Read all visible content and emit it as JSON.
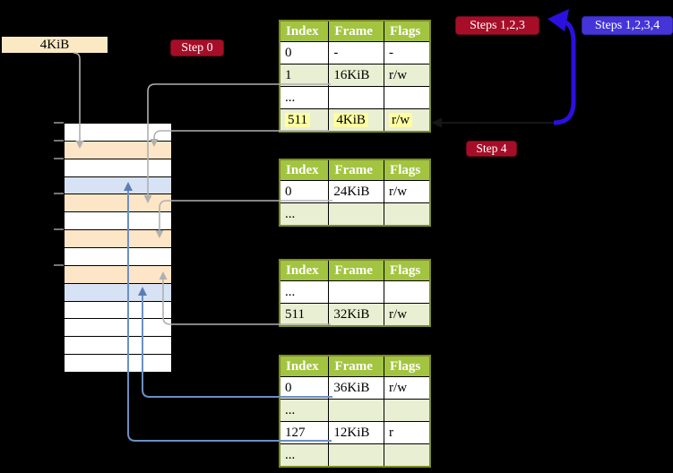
{
  "colors": {
    "header_green": "#a3c440",
    "row_green": "#e9efd2",
    "row_white": "#ffffff",
    "table_border": "#7d8b26",
    "highlight_yellow": "#fdfda2",
    "peach": "#fde5c7",
    "light_blue": "#d7e3f4",
    "wheat": "#fbe9c4",
    "badge_red": "#a60e28",
    "badge_blue": "#4534d8",
    "arrow_blue": "#2b10e0",
    "connector_grey": "#b0b0b0",
    "connector_blue": "#6d8fc1"
  },
  "labels": {
    "frame_size": "4KiB",
    "step0": "Step 0",
    "steps123": "Steps 1,2,3",
    "steps1234": "Steps 1,2,3,4",
    "step4": "Step 4"
  },
  "tables": [
    {
      "name": "page-table-1",
      "headers": [
        "Index",
        "Frame",
        "Flags"
      ],
      "rows": [
        {
          "cells": [
            "0",
            "-",
            "-"
          ],
          "shade": "white",
          "highlight": false
        },
        {
          "cells": [
            "1",
            "16KiB",
            "r/w"
          ],
          "shade": "green",
          "highlight": false
        },
        {
          "cells": [
            "...",
            "",
            ""
          ],
          "shade": "white",
          "highlight": false
        },
        {
          "cells": [
            "511",
            "4KiB",
            "r/w"
          ],
          "shade": "green",
          "highlight": true
        }
      ]
    },
    {
      "name": "page-table-2",
      "headers": [
        "Index",
        "Frame",
        "Flags"
      ],
      "rows": [
        {
          "cells": [
            "0",
            "24KiB",
            "r/w"
          ],
          "shade": "white",
          "highlight": false
        },
        {
          "cells": [
            "...",
            "",
            ""
          ],
          "shade": "green",
          "highlight": false
        }
      ]
    },
    {
      "name": "page-table-3",
      "headers": [
        "Index",
        "Frame",
        "Flags"
      ],
      "rows": [
        {
          "cells": [
            "...",
            "",
            ""
          ],
          "shade": "white",
          "highlight": false
        },
        {
          "cells": [
            "511",
            "32KiB",
            "r/w"
          ],
          "shade": "green",
          "highlight": false
        }
      ]
    },
    {
      "name": "page-table-4",
      "headers": [
        "Index",
        "Frame",
        "Flags"
      ],
      "rows": [
        {
          "cells": [
            "0",
            "36KiB",
            "r/w"
          ],
          "shade": "white",
          "highlight": false
        },
        {
          "cells": [
            "...",
            "",
            ""
          ],
          "shade": "green",
          "highlight": false
        },
        {
          "cells": [
            "127",
            "12KiB",
            "r"
          ],
          "shade": "white",
          "highlight": false
        },
        {
          "cells": [
            "...",
            "",
            ""
          ],
          "shade": "green",
          "highlight": false
        }
      ]
    }
  ],
  "memory_stack": {
    "rows": [
      "white",
      "peach",
      "white",
      "blue",
      "peach",
      "white",
      "peach",
      "white",
      "peach",
      "blue",
      "white",
      "white",
      "white",
      "white"
    ]
  }
}
